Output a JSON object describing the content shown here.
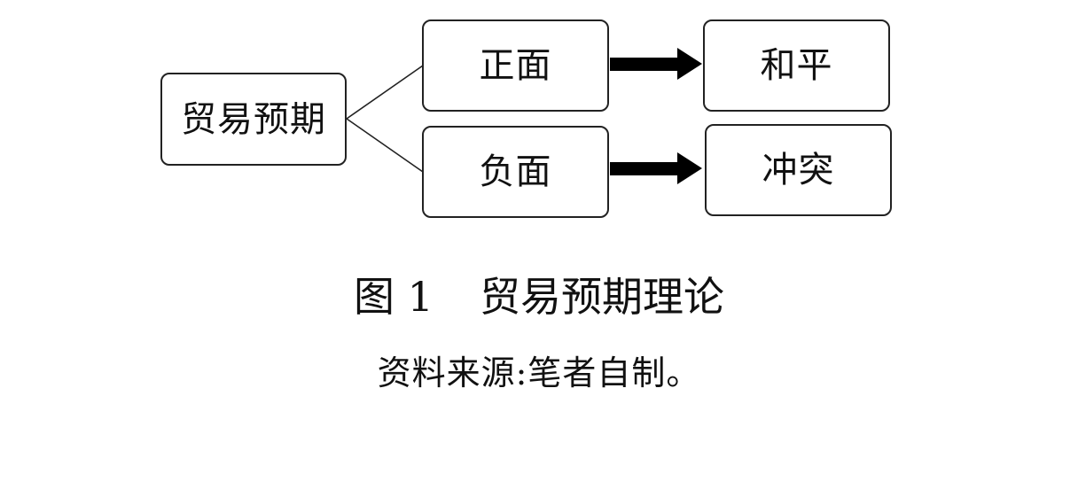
{
  "diagram": {
    "root": "贸易预期",
    "branches": [
      {
        "expectation": "正面",
        "outcome": "和平"
      },
      {
        "expectation": "负面",
        "outcome": "冲突"
      }
    ]
  },
  "caption": {
    "figure_number": "图 1",
    "title": "贸易预期理论",
    "source": "资料来源:笔者自制。"
  }
}
